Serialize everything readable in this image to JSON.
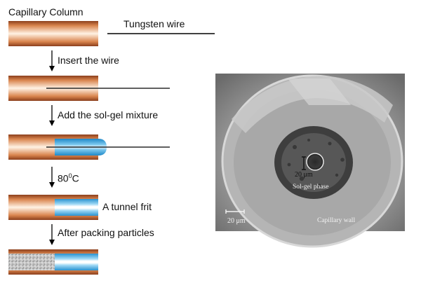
{
  "diagram": {
    "title": "Capillary Column",
    "wire_label": "Tungsten wire",
    "steps": [
      {
        "label": "Insert the wire"
      },
      {
        "label": "Add the sol-gel mixture"
      },
      {
        "label_main": "80",
        "label_sup": "0",
        "label_unit": "C"
      },
      {
        "label": "After packing particles"
      }
    ],
    "frit_label": "A  tunnel frit"
  },
  "sem_image": {
    "inner_scale_label": "20 μm",
    "phase_label": "Sol-gel phase",
    "outer_scale_label": "20 μm",
    "wall_label": "Capillary wall"
  },
  "colors": {
    "capillary_outer": "#a0522d",
    "capillary_center": "#ffe9d6",
    "sol_gel_blue": "#5fb7e5",
    "frit_light": "#e8f6ff",
    "wire": "#000000"
  }
}
